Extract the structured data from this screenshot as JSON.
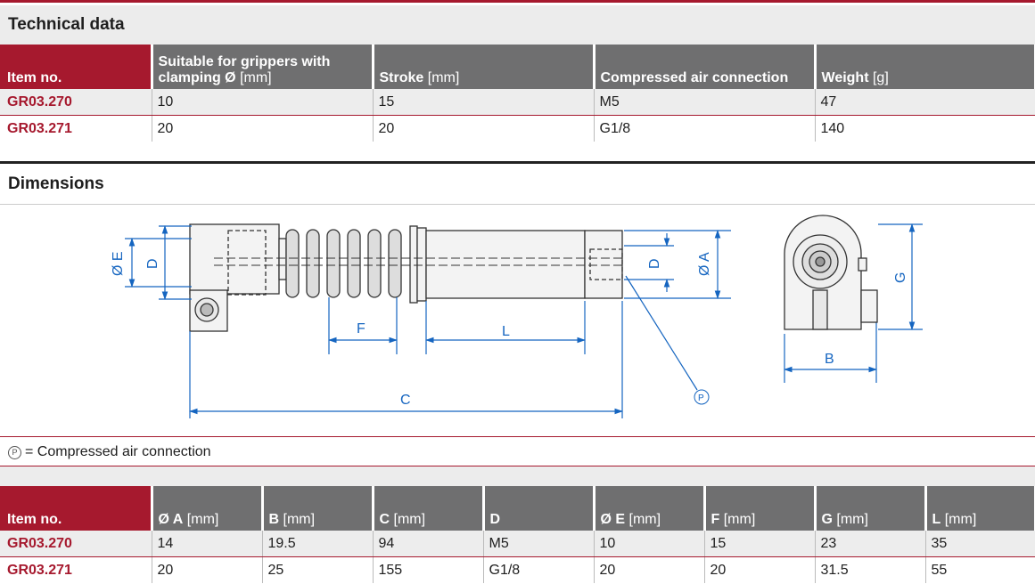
{
  "technical_data": {
    "title": "Technical data",
    "headers": {
      "item": "Item no.",
      "grippers_bold": "Suitable for grippers with clamping Ø",
      "grippers_unit": "[mm]",
      "stroke_bold": "Stroke",
      "stroke_unit": "[mm]",
      "air": "Compressed air connection",
      "weight_bold": "Weight",
      "weight_unit": "[g]"
    },
    "rows": [
      {
        "item": "GR03.270",
        "gripper": "10",
        "stroke": "15",
        "air": "M5",
        "weight": "47"
      },
      {
        "item": "GR03.271",
        "gripper": "20",
        "stroke": "20",
        "air": "G1/8",
        "weight": "140"
      }
    ]
  },
  "dimensions": {
    "title": "Dimensions",
    "drawing_labels": {
      "e": "Ø E",
      "d_left": "D",
      "d_right": "D",
      "a": "Ø A",
      "f": "F",
      "l": "L",
      "c": "C",
      "p": "P",
      "g": "G",
      "b": "B"
    },
    "legend": {
      "symbol": "P",
      "text": "= Compressed air connection"
    }
  },
  "dims_table": {
    "headers": [
      {
        "bold": "Item no.",
        "unit": ""
      },
      {
        "bold": "Ø A",
        "unit": " [mm]"
      },
      {
        "bold": "B",
        "unit": " [mm]"
      },
      {
        "bold": "C",
        "unit": " [mm]"
      },
      {
        "bold": "D",
        "unit": ""
      },
      {
        "bold": "Ø E",
        "unit": " [mm]"
      },
      {
        "bold": "F",
        "unit": " [mm]"
      },
      {
        "bold": "G",
        "unit": " [mm]"
      },
      {
        "bold": "L",
        "unit": " [mm]"
      }
    ],
    "rows": [
      {
        "item": "GR03.270",
        "a": "14",
        "b": "19.5",
        "c": "94",
        "d": "M5",
        "e": "10",
        "f": "15",
        "g": "23",
        "l": "35"
      },
      {
        "item": "GR03.271",
        "a": "20",
        "b": "25",
        "c": "155",
        "d": "G1/8",
        "e": "20",
        "f": "20",
        "g": "31.5",
        "l": "55"
      }
    ]
  },
  "colors": {
    "accent": "#a6192e",
    "header_gray": "#6f6f70",
    "dimension_blue": "#1565c0"
  }
}
